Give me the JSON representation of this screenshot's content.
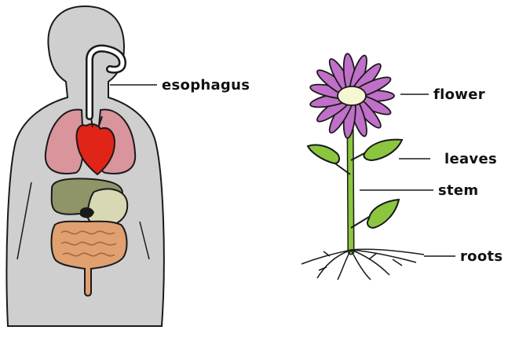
{
  "human": {
    "labels": {
      "esophagus": "esophagus"
    },
    "colors": {
      "body": "#cfcfcf",
      "lungs": "#d9949c",
      "heart": "#e02418",
      "liver": "#8f9568",
      "stomach": "#d8d8b4",
      "intestines": "#e0a070",
      "outline": "#1a1a1a"
    }
  },
  "plant": {
    "labels": {
      "flower": "flower",
      "leaves": "leaves",
      "stem": "stem",
      "roots": "roots"
    },
    "colors": {
      "petals": "#c070c8",
      "center": "#f6f6d2",
      "stem": "#8cc63f",
      "leaves": "#8cc63f",
      "roots": "#ffffff"
    }
  }
}
